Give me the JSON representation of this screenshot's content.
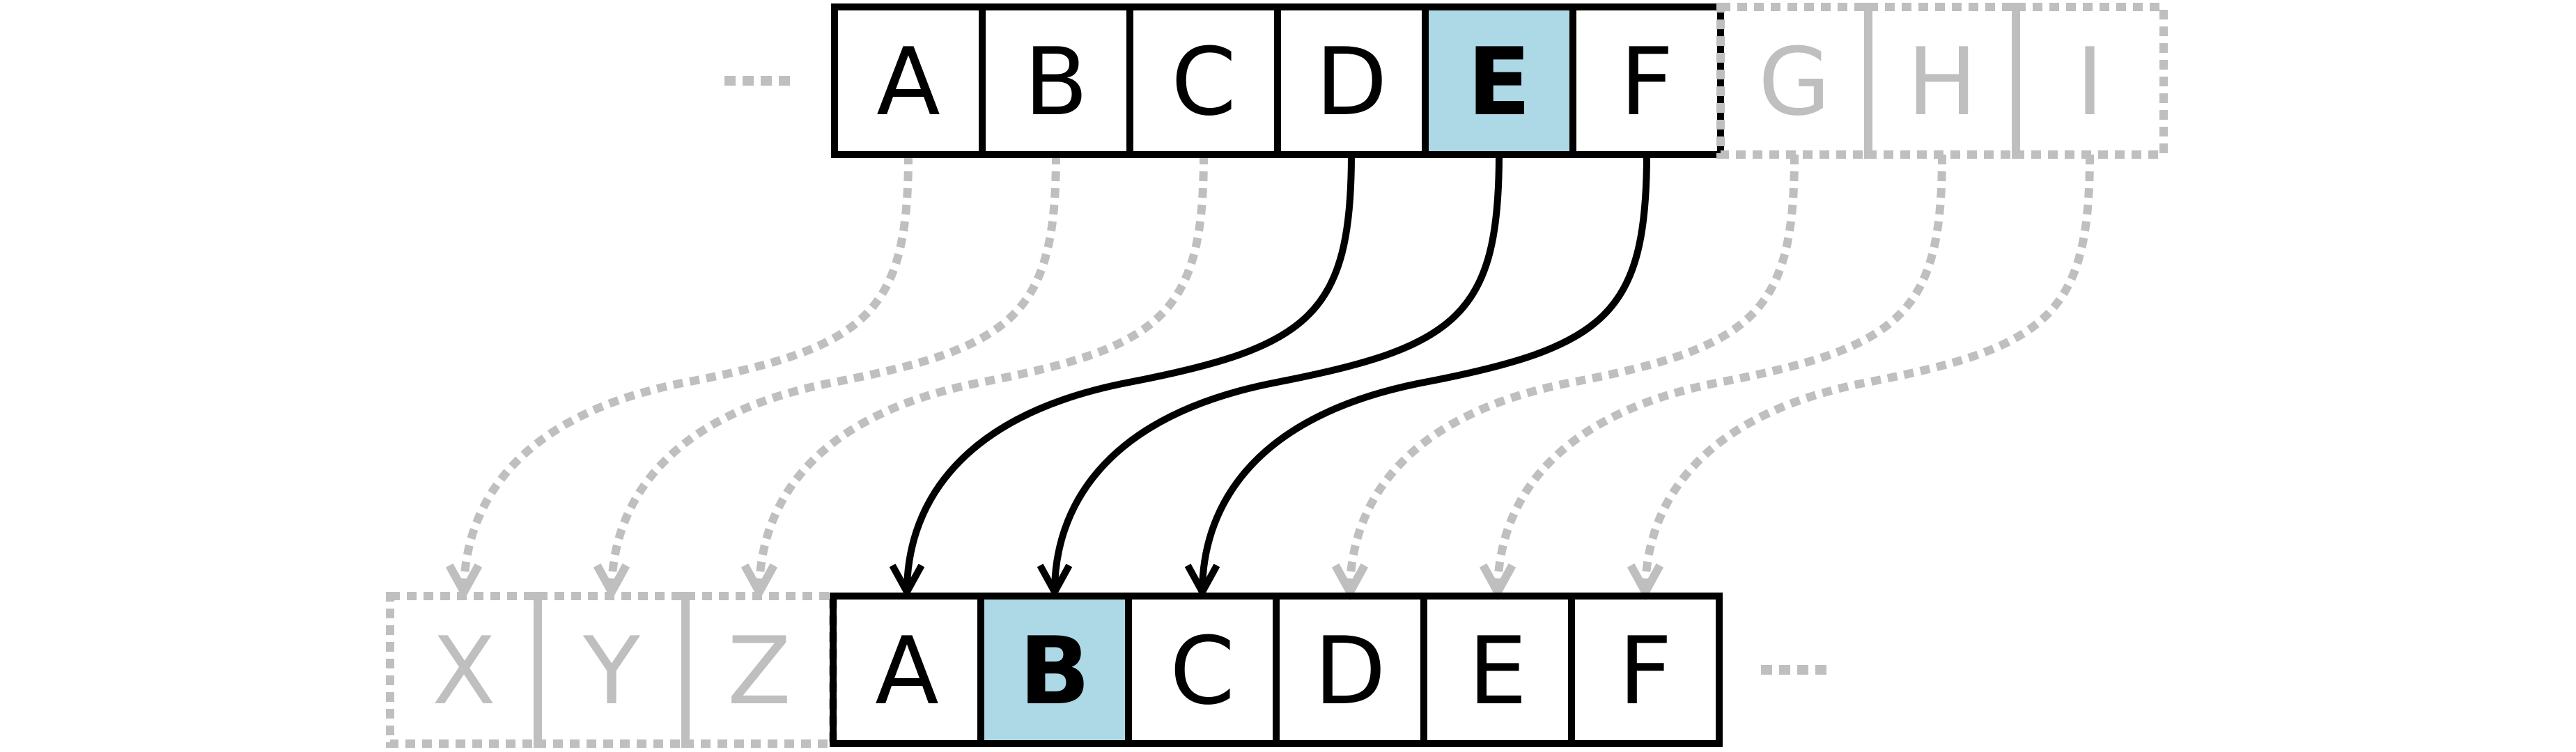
{
  "diagram": {
    "colors": {
      "solid": "#000000",
      "faded": "#bfbfbf",
      "highlight": "#add8e6",
      "background": "#ffffff"
    },
    "top_row": {
      "cells": [
        {
          "letter": "A",
          "style": "solid"
        },
        {
          "letter": "B",
          "style": "solid"
        },
        {
          "letter": "C",
          "style": "solid"
        },
        {
          "letter": "D",
          "style": "solid"
        },
        {
          "letter": "E",
          "style": "highlight"
        },
        {
          "letter": "F",
          "style": "solid"
        },
        {
          "letter": "G",
          "style": "faded"
        },
        {
          "letter": "H",
          "style": "faded"
        },
        {
          "letter": "I",
          "style": "faded"
        }
      ],
      "ellipsis_side": "left"
    },
    "bottom_row": {
      "cells": [
        {
          "letter": "X",
          "style": "faded"
        },
        {
          "letter": "Y",
          "style": "faded"
        },
        {
          "letter": "Z",
          "style": "faded"
        },
        {
          "letter": "A",
          "style": "solid"
        },
        {
          "letter": "B",
          "style": "highlight"
        },
        {
          "letter": "C",
          "style": "solid"
        },
        {
          "letter": "D",
          "style": "solid"
        },
        {
          "letter": "E",
          "style": "solid"
        },
        {
          "letter": "F",
          "style": "solid"
        }
      ],
      "ellipsis_side": "right"
    },
    "mappings": [
      {
        "from": "A",
        "to": "X",
        "style": "faded"
      },
      {
        "from": "B",
        "to": "Y",
        "style": "faded"
      },
      {
        "from": "C",
        "to": "Z",
        "style": "faded"
      },
      {
        "from": "D",
        "to": "A",
        "style": "solid"
      },
      {
        "from": "E",
        "to": "B",
        "style": "solid"
      },
      {
        "from": "F",
        "to": "C",
        "style": "solid"
      },
      {
        "from": "G",
        "to": "D",
        "style": "faded"
      },
      {
        "from": "H",
        "to": "E",
        "style": "faded"
      },
      {
        "from": "I",
        "to": "F",
        "style": "faded"
      }
    ]
  }
}
